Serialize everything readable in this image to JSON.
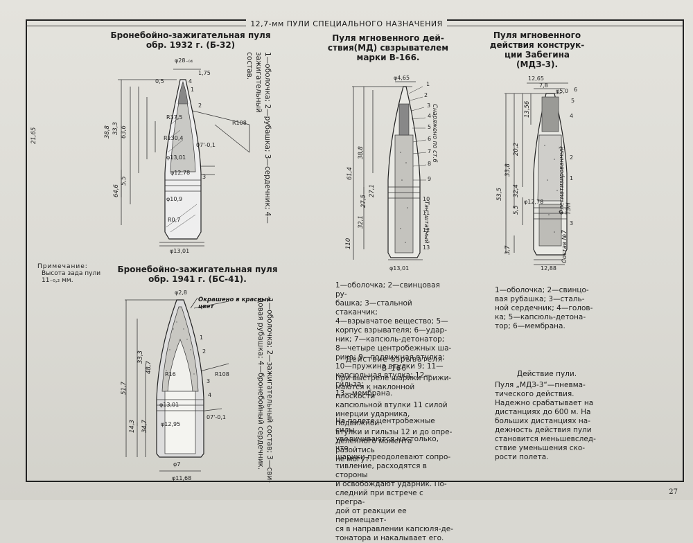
{
  "header": "12,7-мм ПУЛИ СПЕЦИАЛЬНОГО НАЗНАЧЕНИЯ",
  "page_number": "27",
  "b32": {
    "title": "Бронебойно-зажигательная пуля\nобр. 1932 г. (Б-32)",
    "legend": "1—оболочка; 2—рубашка; 3—сердечник; 4—зажигательный\nсостав.",
    "dims": {
      "d_top": "φ28₋₀₄",
      "h05": "0,5",
      "r375": "R37,5",
      "r108": "R108",
      "r130": "R130,4",
      "d1301a": "φ13,01",
      "d1278": "φ12,78",
      "d109": "φ10,9",
      "r07": "R0,7",
      "d1301b": "φ13,01",
      "ang": "07'-0,1",
      "h2165": "21,65",
      "h333": "33,3",
      "h388": "38,8",
      "h636": "63,6",
      "h646": "64,6",
      "h55": "5,5",
      "n1": "1",
      "n2": "2",
      "n3": "3",
      "n4": "4"
    }
  },
  "note": {
    "heading": "Примечание:",
    "body": "Высота зада пули\n11₋₀,₂ мм."
  },
  "b41": {
    "title": "Бронебойно-зажигательная пуля\nобр. 1941 г. (БС-41).",
    "legend": "1—оболочка; 2—зажигательный состав; 3—сви-\nцовая рубашка; 4—бронебойный сердечник.",
    "callout": "Окрашено в красный\nцвет",
    "dims": {
      "d28": "φ2,8",
      "r16": "R16",
      "r108": "R108",
      "h333": "33,3",
      "h517": "51,7",
      "h487": "48,7",
      "h347": "34,7",
      "h143": "14,3",
      "d1301": "φ13,01",
      "d1295": "φ12,95",
      "d7": "φ7",
      "d1168": "φ11,68",
      "n1": "1",
      "n2": "2",
      "n3": "3",
      "n4": "4"
    }
  },
  "md": {
    "title": "Пуля мгновенного дей-\nствия(МД) свзрывателем\nмарки В-166.",
    "legend": "1—оболочка; 2—свинцовая ру-\nбашка; 3—стальной стаканчик;\n4—взрывчатое вещество; 5—\nкорпус взрывателя; 6—удар-\nник; 7—капсюль-детонатор;\n8—четыре центробежных ша-\nрика; 9—подвижная втулка;\n10—пружина втулки 9; 11—\nкапсюльная втулка; 12—гильза;\n13—мембрана.",
    "action_title": "Действие взрывателя\nВ-166",
    "action_p1": "При выстреле шарики прижи-\nмаются к наклонной плоскости\nкапсюльной втулки 11 силой\nинерции ударника, подвижной\nвтулки и гильзы 12 и до опре-\nделенного момента разойтись\nне могут.",
    "action_p2": "На полете центробежные силы\nувеличиваются настолько, что\nшарики преодолевают сопро-\nтивление, расходятся в стороны\nи освобождают ударник. По-\nследний при встрече с прегра-\nдой от реакции ее перемещает-\nся в направлении капсюля-де-\nтонатора и накалывает его.",
    "side1": "Снаряжено по ст.6",
    "side2": "Тэн. штатный",
    "dims": {
      "d465": "φ4,65",
      "h388": "38,8",
      "h614": "61,4",
      "h321": "32,1",
      "h271": "27,1",
      "h275": "27,5",
      "h110": "110",
      "d1301": "φ13,01",
      "n1": "1",
      "n2": "2",
      "n3": "3",
      "n4": "4",
      "n5": "5",
      "n6": "6",
      "n7": "7",
      "n8": "8",
      "n9": "9",
      "n10": "10",
      "n11": "11",
      "n12": "12",
      "n13": "13"
    }
  },
  "mdz": {
    "title": "Пуля мгновенного\nдействия конструк-\nции Забегина\n(МДЗ-3).",
    "legend": "1—оболочка; 2—свинцо-\nвая рубашка; 3—сталь-\nной сердечник; 4—голов-\nка; 5—капсюль-детона-\nтор; 6—мембрана.",
    "action_title": "Действие пули.",
    "action_text": "Пуля „МДЗ-3“—пневма-\nтического действия.\nНадежно срабатывает на\nдистанциях до 600 м. На\nбольших дистанциях на-\nдежность действия пули\nстановится меньшевслед-\nствие уменьшения ско-\nрости полета.",
    "side1": "Флегматизированный\nТЭН",
    "side2": "Состав №7",
    "dims": {
      "d1265": "12,65",
      "d78": "7,8",
      "d50": "φ5,0",
      "h1356": "13,56",
      "h202": "20,2",
      "h338": "33,8",
      "h535": "53,5",
      "h324": "32,4",
      "h55": "5,5",
      "h37": "3,7",
      "d1278": "φ12,78",
      "d1288": "12,88",
      "n1": "1",
      "n2": "2",
      "n3": "3",
      "n4": "4",
      "n5": "5",
      "n6": "6"
    }
  }
}
